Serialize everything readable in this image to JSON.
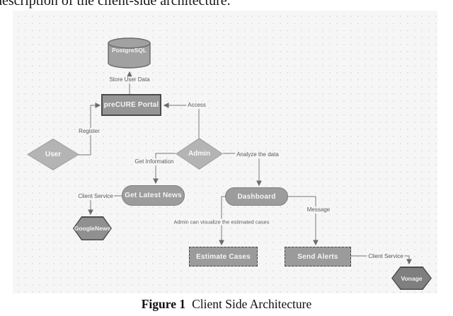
{
  "page": {
    "top_text": "description of the client-side architecture.",
    "caption_label": "Figure 1",
    "caption_title": "Client Side Architecture"
  },
  "diagram": {
    "nodes": {
      "postgresql": "PostgreSQL",
      "precure_portal": "preCURE Portal",
      "user": "User",
      "admin": "Admin",
      "get_latest_news": "Get Latest News",
      "googlenews": "GoogleNews",
      "dashboard": "Dashboard",
      "estimate_cases": "Estimate Cases",
      "send_alerts": "Send Alerts",
      "vonage": "Vonage"
    },
    "edge_labels": {
      "store_user_data": "Store User Data",
      "access": "Access",
      "register": "Register",
      "get_information": "Get Information",
      "analyze_the_data": "Analyze the data",
      "client_service_news": "Client Service",
      "admin_visualize": "Admin can visualize the estimated cases",
      "message": "Message",
      "client_service_vonage": "Client Service"
    },
    "colors": {
      "panel_bg": "#f6f6f6",
      "node_fill": "#9b9b9b",
      "diamond_fill": "#b4b4b4",
      "hexagon_fill": "#8a8a8a",
      "dark_stroke": "#4b4b4b",
      "connector_line": "#8f8f8f",
      "edge_label_text": "#5a5a5a"
    }
  }
}
